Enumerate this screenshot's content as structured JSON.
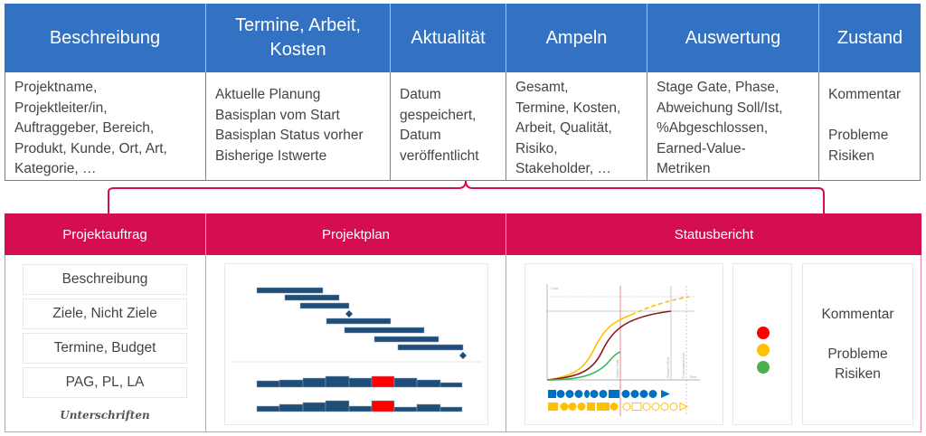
{
  "top_table": {
    "columns": [
      {
        "header": "Beschreibung",
        "body": "Projektname,\nProjektleiter/in,\nAuftraggeber, Bereich,\nProdukt, Kunde, Ort, Art,\nKategorie, …"
      },
      {
        "header": "Termine, Arbeit,\nKosten",
        "body": "Aktuelle Planung\nBasisplan vom Start\nBasisplan Status vorher\nBisherige Istwerte"
      },
      {
        "header": "Aktualität",
        "body": "Datum\ngespeichert,\nDatum\nveröffentlicht"
      },
      {
        "header": "Ampeln",
        "body": "Gesamt,\nTermine, Kosten,\nArbeit, Qualität,\nRisiko,\nStakeholder, …"
      },
      {
        "header": "Auswertung",
        "body": "Stage Gate, Phase,\nAbweichung Soll/Ist,\n%Abgeschlossen,\nEarned-Value-\nMetriken"
      },
      {
        "header": "Zustand",
        "body": "Kommentar\n\nProbleme\nRisiken"
      }
    ],
    "header_color": "#3371c2"
  },
  "bottom": {
    "accent_color": "#d50d52",
    "projektauftrag": {
      "header": "Projektauftrag",
      "items": [
        "Beschreibung",
        "Ziele, Nicht Ziele",
        "Termine, Budget",
        "PAG, PL, LA"
      ],
      "signature": "Unterschriften"
    },
    "projektplan": {
      "header": "Projektplan"
    },
    "statusbericht": {
      "header": "Statusbericht",
      "chart_labels": {
        "y": "Cost",
        "x": "Time",
        "status_date": "Status Date",
        "planned_end": "Planned End",
        "forecasted_end": "Forecasted End"
      },
      "traffic_lights": [
        "#ff0000",
        "#ffc000",
        "#4caf50"
      ],
      "zustand": "Kommentar\n\nProbleme\nRisiken"
    }
  }
}
